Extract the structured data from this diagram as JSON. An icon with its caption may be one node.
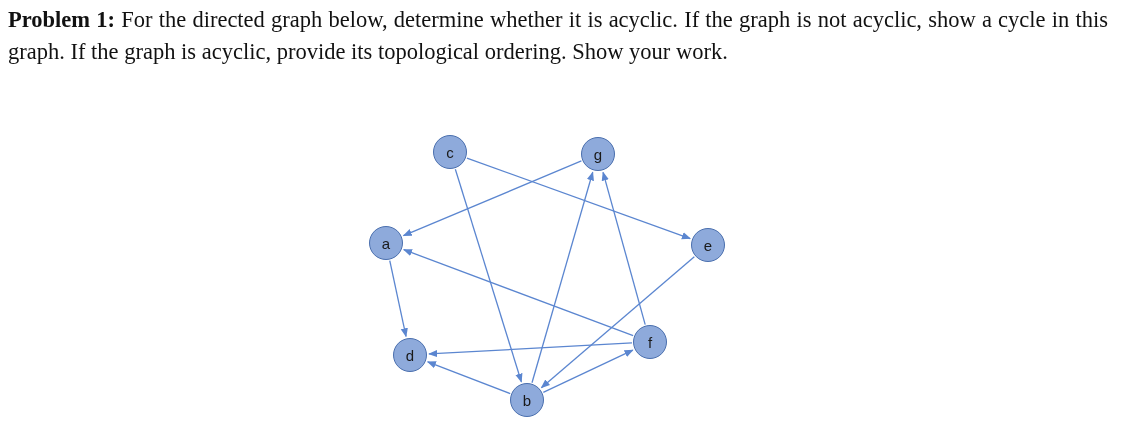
{
  "diagram": {
    "title": "**Problem 1:** For the directed graph below, determine whether it is acyclic. If the graph is not acyclic, show a cycle in this graph. If the graph is acyclic, provide its topological ordering. Show your work.",
    "nodes": [
      {
        "text": [
          "c"
        ]
      },
      {
        "text": [
          "g"
        ]
      },
      {
        "text": [
          "a"
        ]
      },
      {
        "text": [
          "e"
        ]
      },
      {
        "text": [
          "f"
        ]
      },
      {
        "text": [
          "d"
        ]
      },
      {
        "text": [
          "b"
        ]
      }
    ],
    "edges": [
      {
        "from": 0,
        "to": 3,
        "arrow": "to"
      },
      {
        "from": 0,
        "to": 6,
        "arrow": "to"
      },
      {
        "from": 1,
        "to": 2,
        "arrow": "to"
      },
      {
        "from": 6,
        "to": 1,
        "arrow": "to"
      },
      {
        "from": 4,
        "to": 1,
        "arrow": "to"
      },
      {
        "from": 4,
        "to": 2,
        "arrow": "to"
      },
      {
        "from": 2,
        "to": 5,
        "arrow": "to"
      },
      {
        "from": 3,
        "to": 6,
        "arrow": "to"
      },
      {
        "from": 4,
        "to": 5,
        "arrow": "to"
      },
      {
        "from": 6,
        "to": 5,
        "arrow": "to"
      },
      {
        "from": 6,
        "to": 4,
        "arrow": "to"
      }
    ]
  }
}
